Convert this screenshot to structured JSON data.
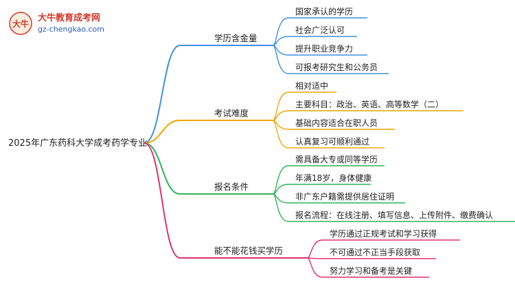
{
  "logo": {
    "name": "大牛教育成考网",
    "url": "gz-chengkao.com",
    "badge": "大牛"
  },
  "root": {
    "label": "2025年广东药科大学成考药学专业",
    "color": "#222222"
  },
  "branches": [
    {
      "label": "学历含金量",
      "color": "#3d8fe0",
      "children": [
        "国家承认的学历",
        "社会广泛认可",
        "提升职业竞争力",
        "可报考研究生和公务员"
      ]
    },
    {
      "label": "考试难度",
      "color": "#f0a500",
      "children": [
        "相对适中",
        "主要科目：政治、英语、高等数学（二）",
        "基础内容适合在职人员",
        "认真复习可顺利通过"
      ]
    },
    {
      "label": "报名条件",
      "color": "#2fb35a",
      "children": [
        "需具备大专或同等学历",
        "年满18岁，身体健康",
        "非广东户籍需提供居住证明",
        "报名流程：在线注册、填写信息、上传附件、缴费确认"
      ]
    },
    {
      "label": "能不能花钱买学历",
      "color": "#e0306e",
      "children": [
        "学历通过正规考试和学习获得",
        "不可通过不正当手段获取",
        "努力学习和备考是关键"
      ]
    }
  ]
}
